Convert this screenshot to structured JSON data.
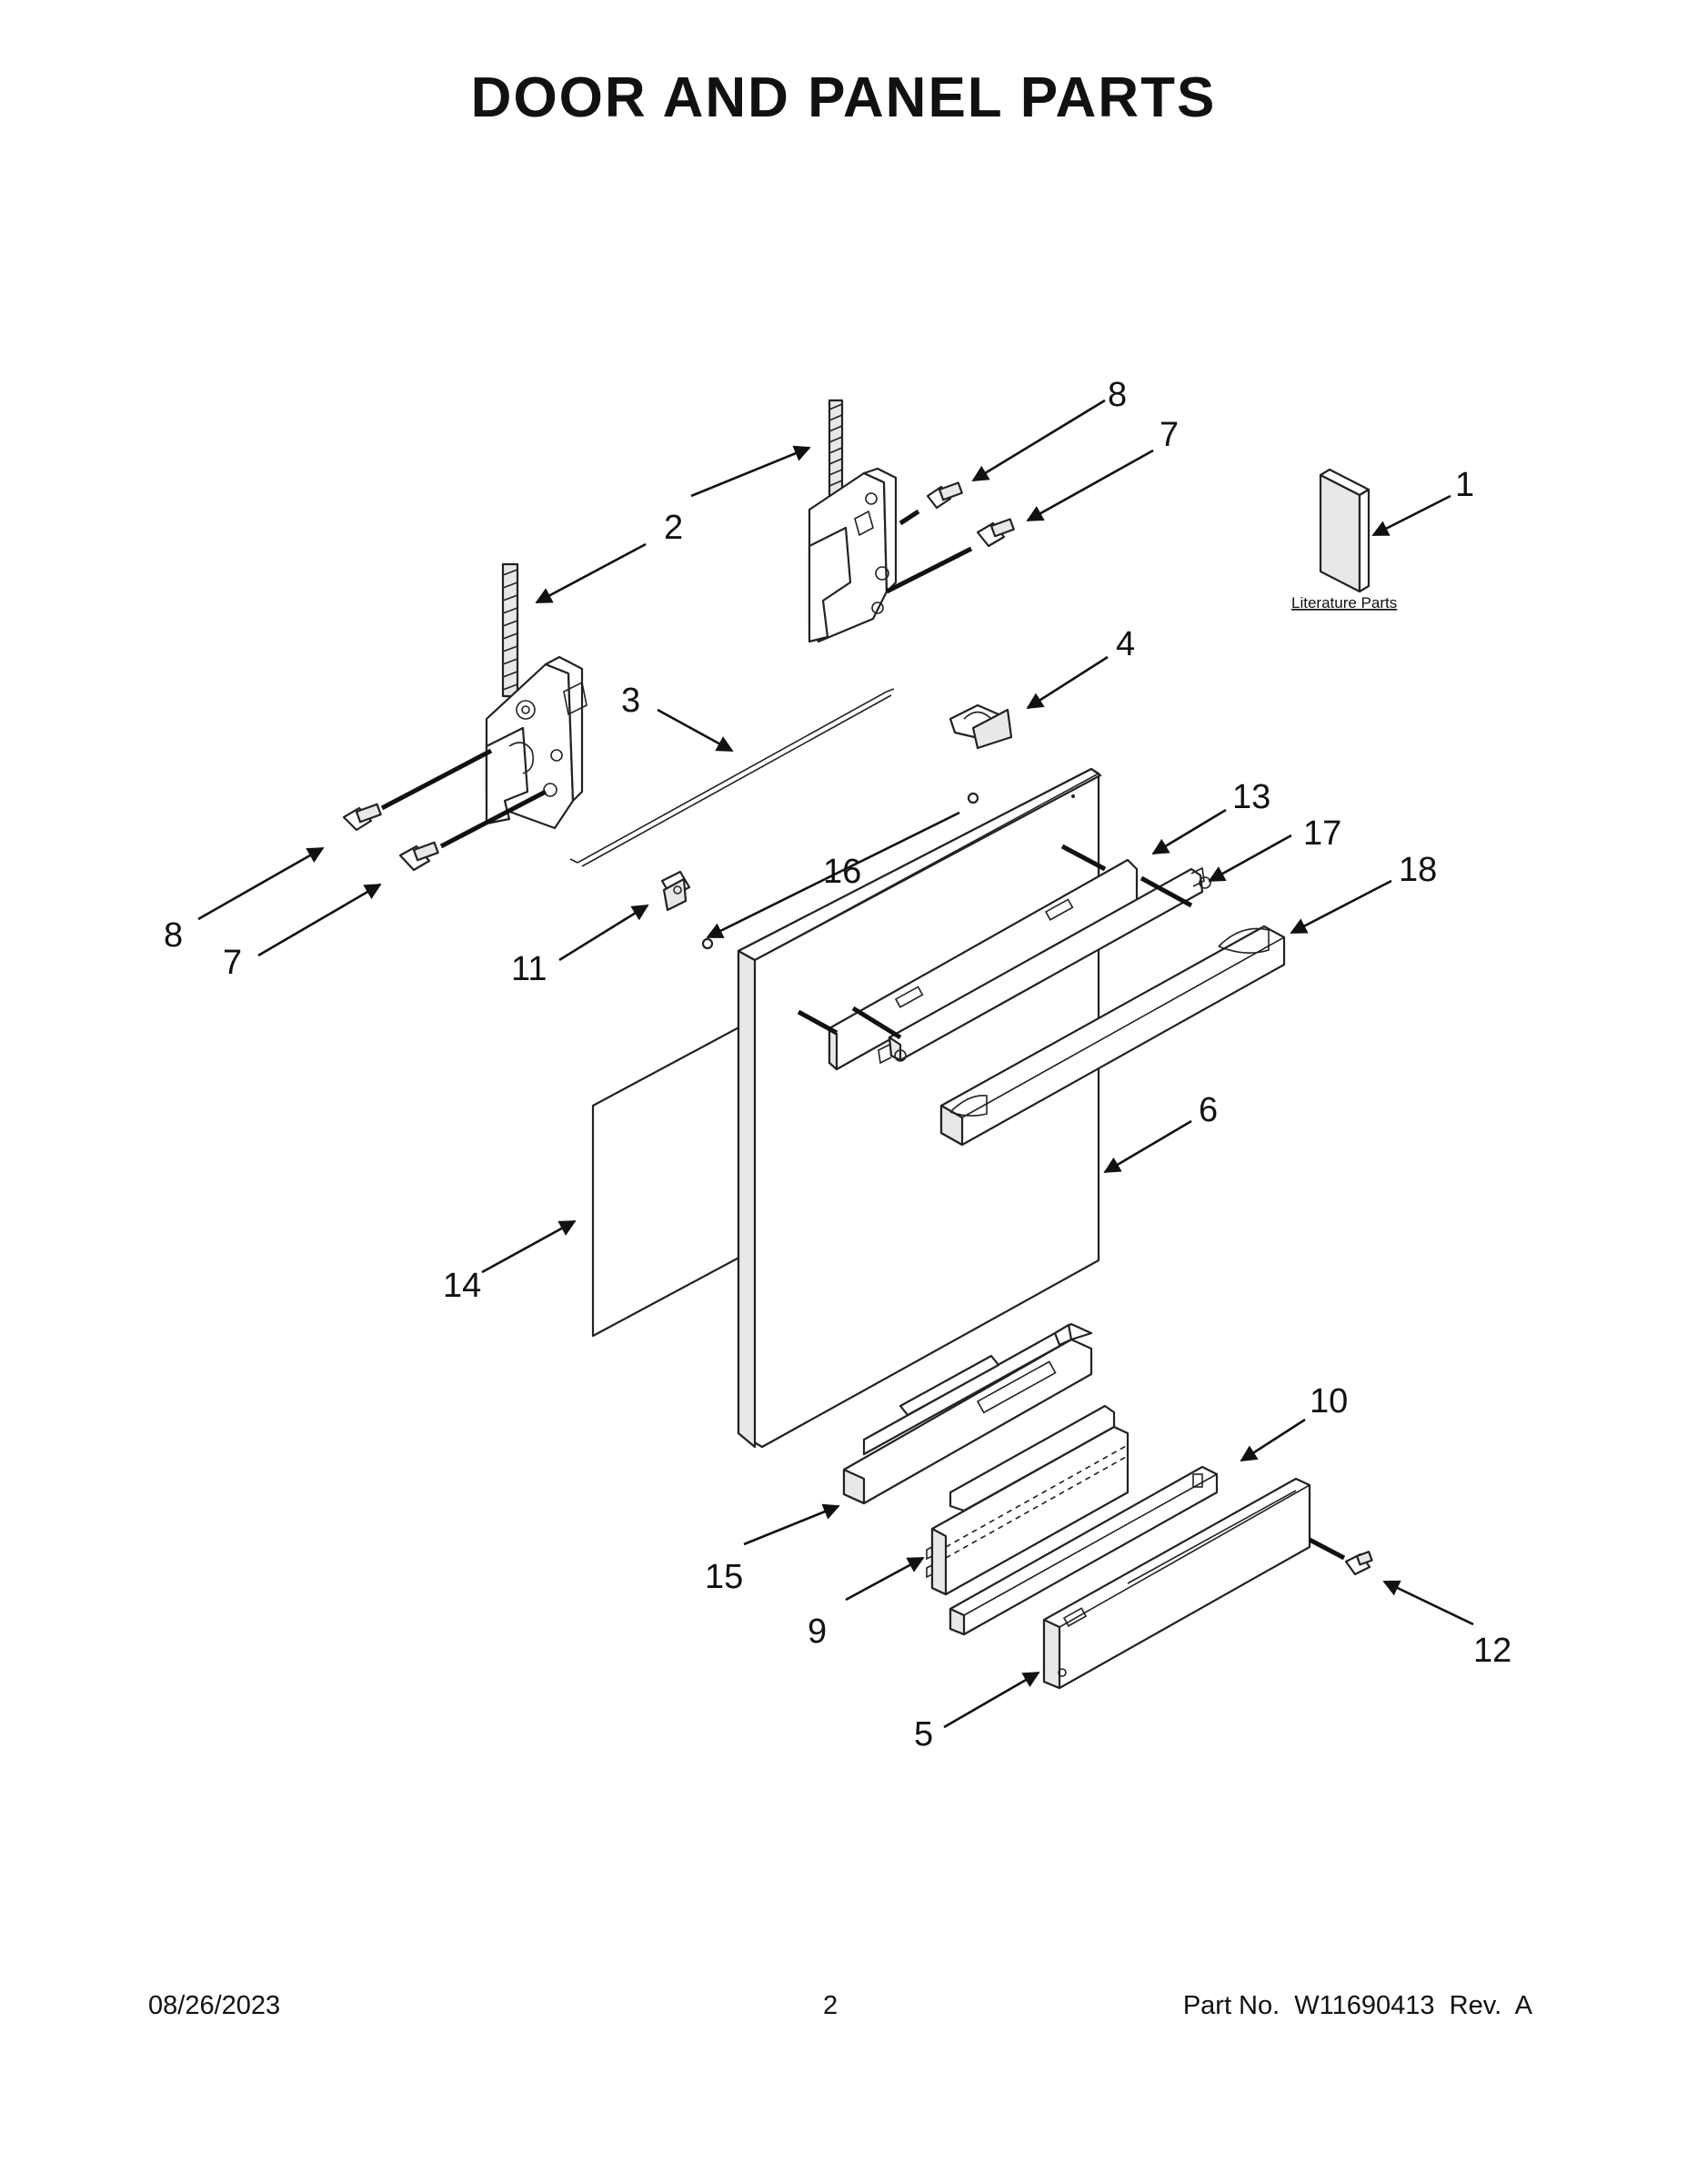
{
  "title": "DOOR AND PANEL PARTS",
  "literature_label": "Literature Parts",
  "callouts": {
    "c1": "1",
    "c2": "2",
    "c3": "3",
    "c4": "4",
    "c5": "5",
    "c6": "6",
    "c7a": "7",
    "c7b": "7",
    "c8a": "8",
    "c8b": "8",
    "c9": "9",
    "c10": "10",
    "c11": "11",
    "c12": "12",
    "c13": "13",
    "c14": "14",
    "c15": "15",
    "c16": "16",
    "c17": "17",
    "c18": "18"
  },
  "footer": {
    "date": "08/26/2023",
    "page": "2",
    "part_no": "Part No.  W11690413  Rev.  A"
  }
}
